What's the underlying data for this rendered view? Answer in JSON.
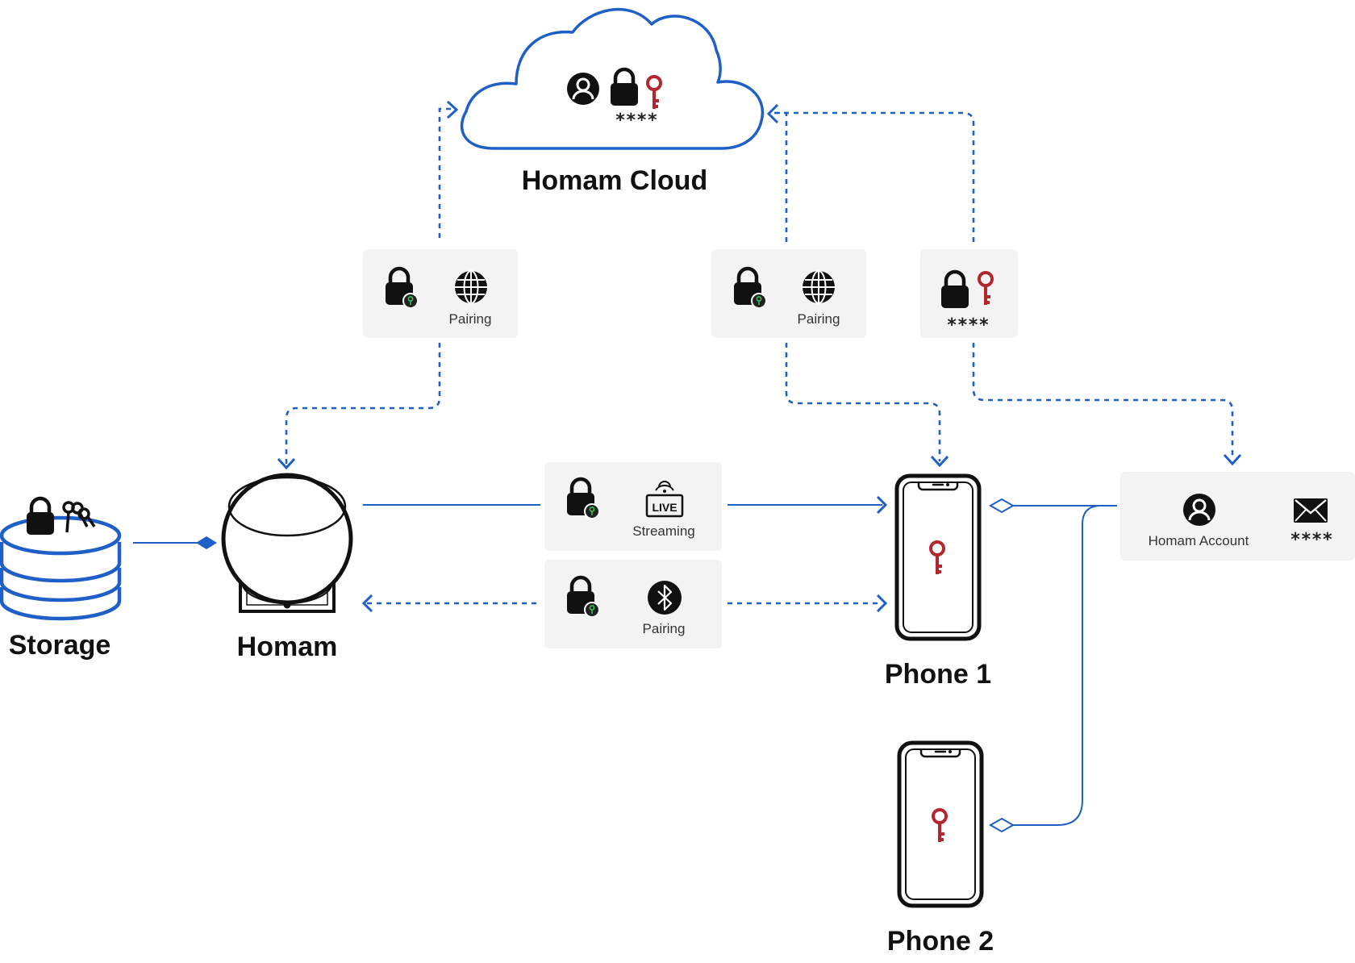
{
  "colors": {
    "accent": "#1f5fc8",
    "key_red": "#b3262f",
    "key_green": "#3fbf5a",
    "box_bg": "#f3f3f3",
    "ink": "#111111"
  },
  "nodes": {
    "cloud": {
      "label": "Homam Cloud",
      "icons": [
        "user-icon",
        "lock-icon",
        "key-icon"
      ],
      "password_mask": "****"
    },
    "storage": {
      "label": "Storage",
      "icons": [
        "lock-icon",
        "keys-icon"
      ]
    },
    "homam": {
      "label": "Homam"
    },
    "phone1": {
      "label": "Phone 1",
      "icons": [
        "key-icon"
      ]
    },
    "phone2": {
      "label": "Phone 2",
      "icons": [
        "key-icon"
      ]
    }
  },
  "boxes": {
    "pairing_left": {
      "label": "Pairing",
      "icons": [
        "lock-icon",
        "globe-icon"
      ]
    },
    "pairing_mid": {
      "label": "Pairing",
      "icons": [
        "lock-icon",
        "globe-icon"
      ]
    },
    "credentials": {
      "label": "****",
      "icons": [
        "lock-icon",
        "key-icon"
      ]
    },
    "streaming": {
      "label": "Streaming",
      "badge": "LIVE",
      "icons": [
        "lock-icon",
        "live-icon"
      ]
    },
    "pairing_bt": {
      "label": "Pairing",
      "icons": [
        "lock-icon",
        "bluetooth-icon"
      ]
    },
    "account": {
      "label": "Homam Account",
      "password_mask": "****",
      "icons": [
        "user-icon",
        "mail-icon"
      ]
    }
  }
}
